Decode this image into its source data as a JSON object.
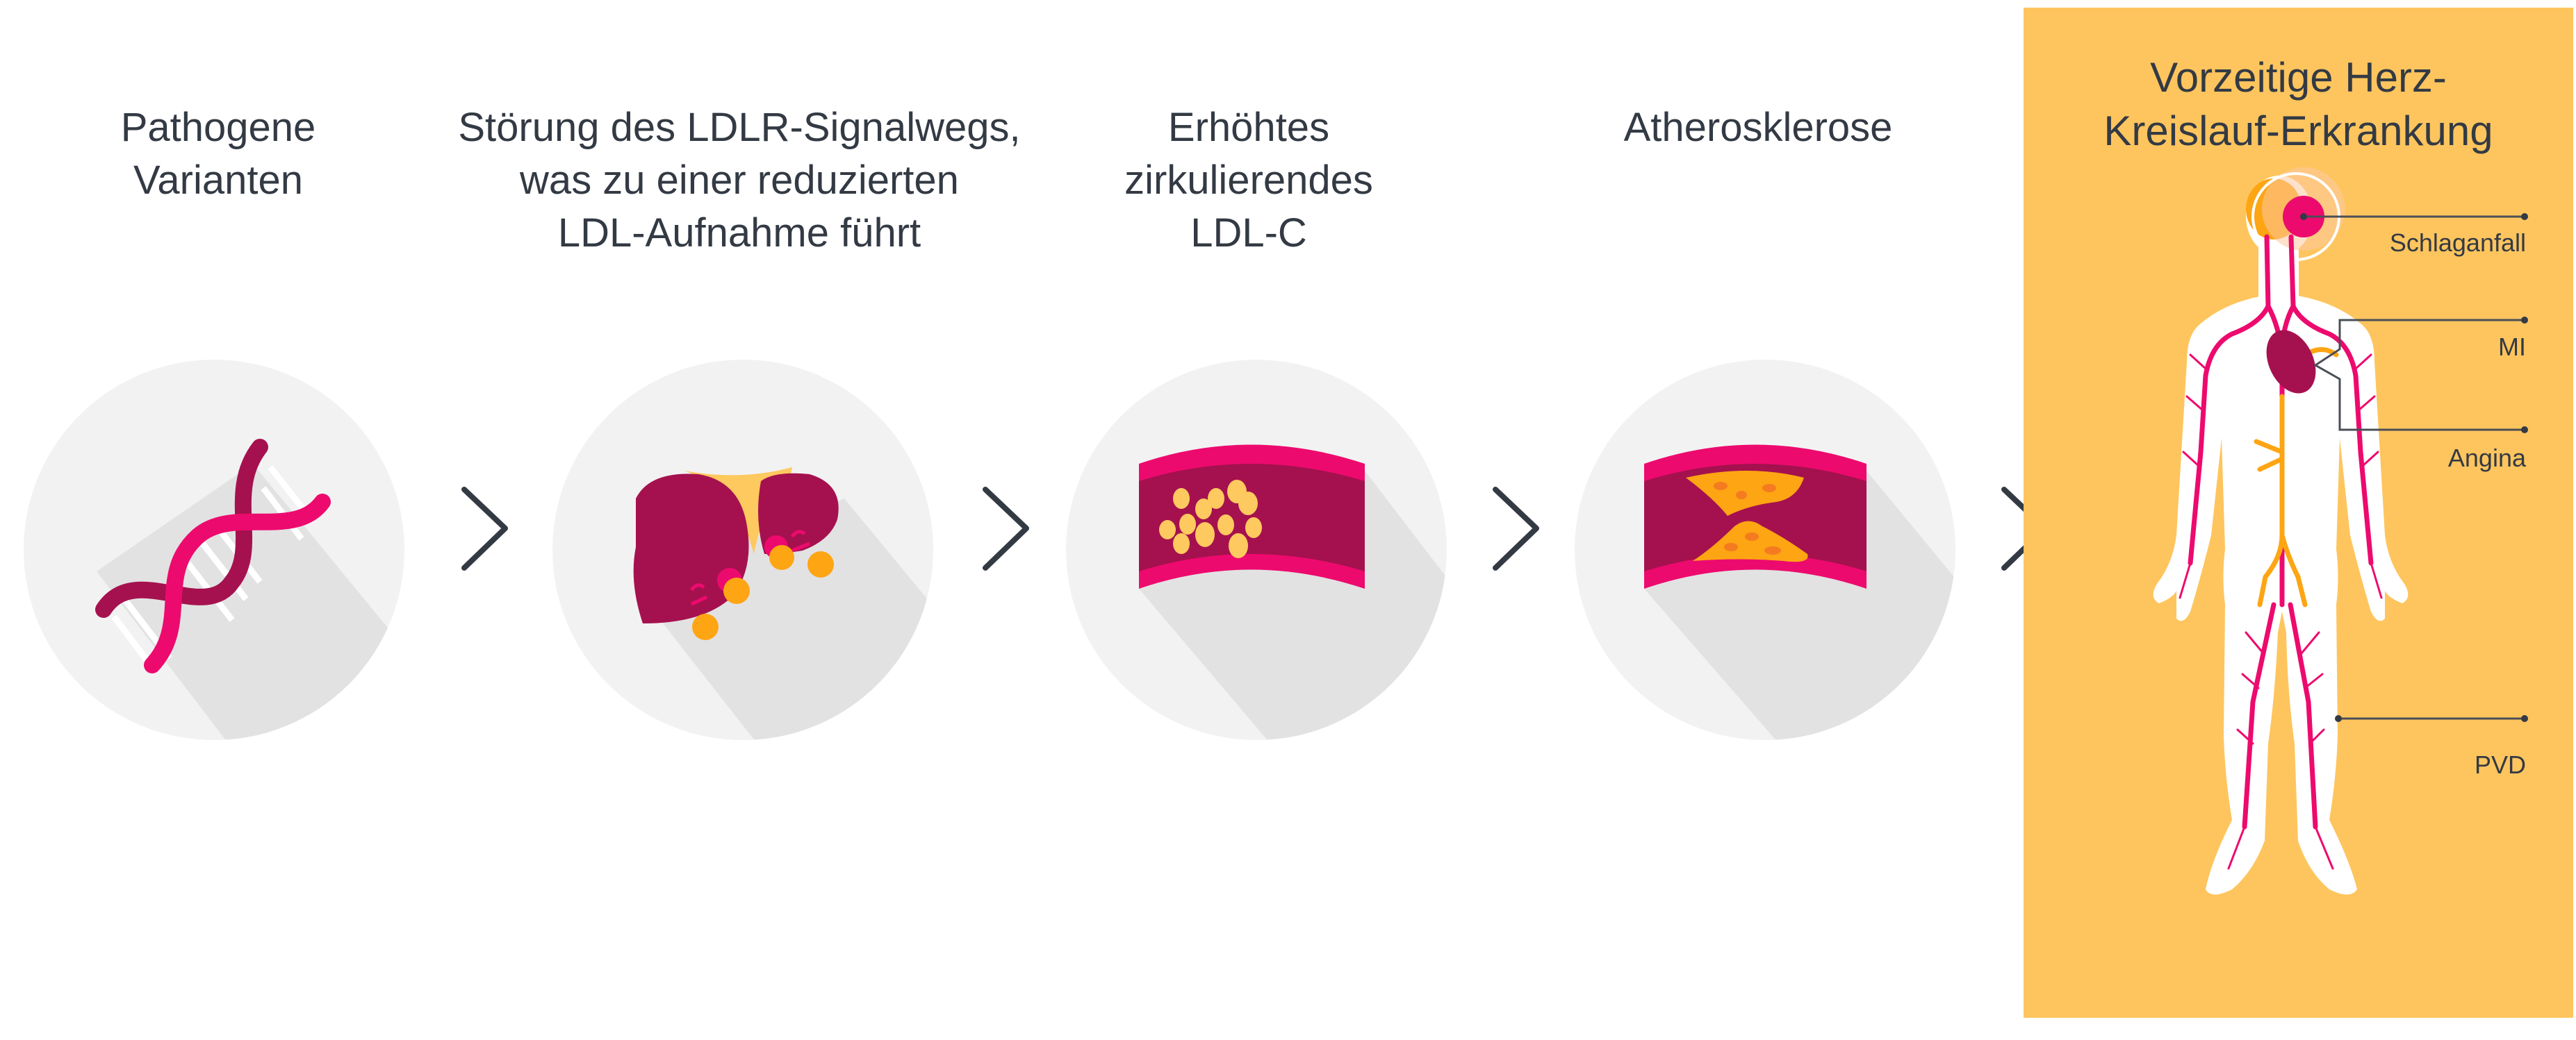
{
  "steps": [
    {
      "id": "pathogenic-variants",
      "lines": [
        "Pathogene",
        "Varianten"
      ],
      "icon": "dna-icon"
    },
    {
      "id": "ldlr-disruption",
      "lines": [
        "Störung des LDLR-Signalwegs,",
        "was zu einer reduzierten",
        "LDL-Aufnahme führt"
      ],
      "icon": "liver-receptor-icon"
    },
    {
      "id": "elevated-ldl",
      "lines": [
        "Erhöhtes",
        "zirkulierendes",
        "LDL-C"
      ],
      "icon": "blood-vessel-ldl-icon"
    },
    {
      "id": "atherosclerosis",
      "lines": [
        "Atherosklerose"
      ],
      "icon": "plaque-artery-icon"
    }
  ],
  "outcome": {
    "title_lines": [
      "Vorzeitige Herz-",
      "Kreislauf-Erkrankung"
    ],
    "labels": {
      "stroke": "Schlaganfall",
      "mi": "MI",
      "angina": "Angina",
      "pvd": "PVD"
    },
    "icon": "human-circulatory-system-icon"
  },
  "connector_icon": "chevron-right-icon",
  "colors": {
    "text": "#333a44",
    "circle_bg": "#f2f2f2",
    "circle_shadow": "#e2e2e2",
    "panel_bg": "#fec55e",
    "magenta": "#ed0a6e",
    "maroon": "#a5114e",
    "orange": "#fda513",
    "light_yellow": "#fec95f",
    "white": "#ffffff"
  }
}
